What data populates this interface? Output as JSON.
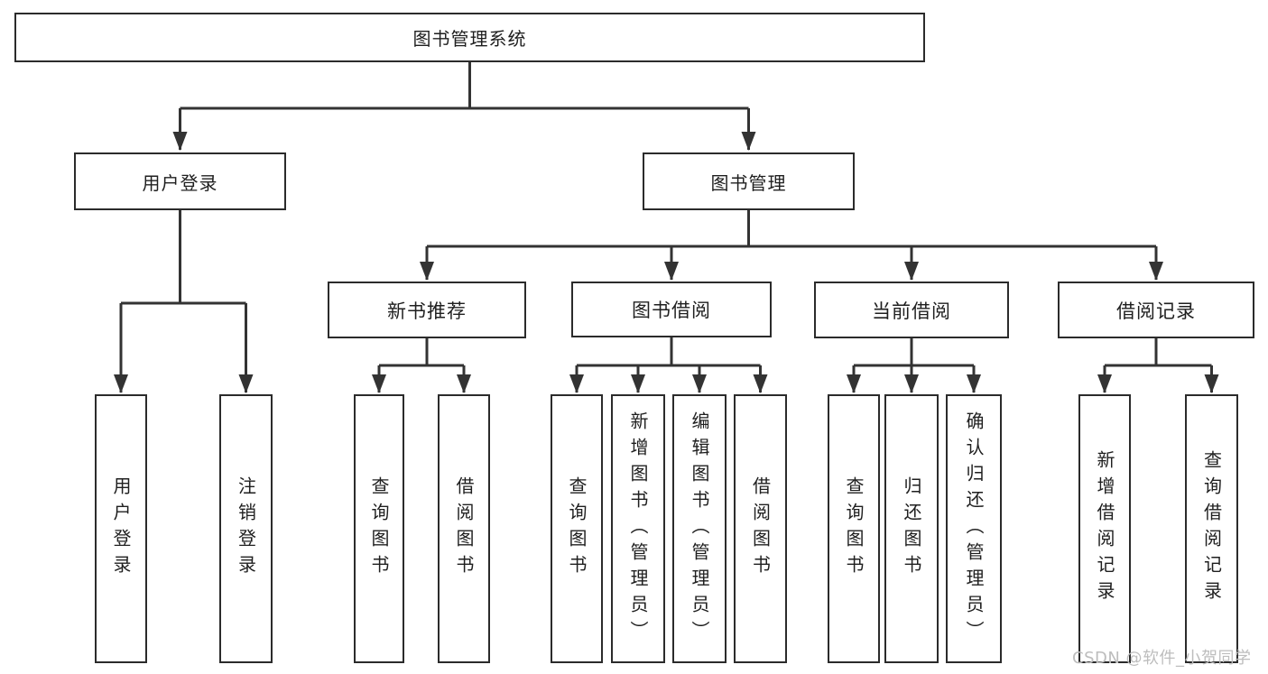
{
  "diagram": {
    "root": {
      "label": "图书管理系统"
    },
    "level2": {
      "user_login": {
        "label": "用户登录"
      },
      "book_management": {
        "label": "图书管理"
      }
    },
    "level3": {
      "new_book_recommend": {
        "label": "新书推荐"
      },
      "book_borrow": {
        "label": "图书借阅"
      },
      "current_borrow": {
        "label": "当前借阅"
      },
      "borrow_records": {
        "label": "借阅记录"
      }
    },
    "leaves": {
      "user_login": {
        "label": "用户登录",
        "parent": "用户登录"
      },
      "logout": {
        "label": "注销登录",
        "parent": "用户登录"
      },
      "query_books_1": {
        "label": "查询图书",
        "parent": "新书推荐"
      },
      "borrow_books_1": {
        "label": "借阅图书",
        "parent": "新书推荐"
      },
      "query_books_2": {
        "label": "查询图书",
        "parent": "图书借阅"
      },
      "add_book_admin": {
        "label": "新增图书（管理员）",
        "parent": "图书借阅"
      },
      "edit_book_admin": {
        "label": "编辑图书（管理员）",
        "parent": "图书借阅"
      },
      "borrow_books_2": {
        "label": "借阅图书",
        "parent": "图书借阅"
      },
      "query_books_3": {
        "label": "查询图书",
        "parent": "当前借阅"
      },
      "return_book": {
        "label": "归还图书",
        "parent": "当前借阅"
      },
      "confirm_return_admin": {
        "label": "确认归还（管理员）",
        "parent": "当前借阅"
      },
      "add_borrow_record": {
        "label": "新增借阅记录",
        "parent": "借阅记录"
      },
      "query_borrow_record": {
        "label": "查询借阅记录",
        "parent": "借阅记录"
      }
    },
    "watermark": {
      "text": "CSDN @软件_小贺同学"
    },
    "colors": {
      "line": "#333333",
      "box_border": "#2b2b2b",
      "text": "#1f1f1f",
      "watermark": "#bdbdbd",
      "background": "#ffffff"
    }
  }
}
